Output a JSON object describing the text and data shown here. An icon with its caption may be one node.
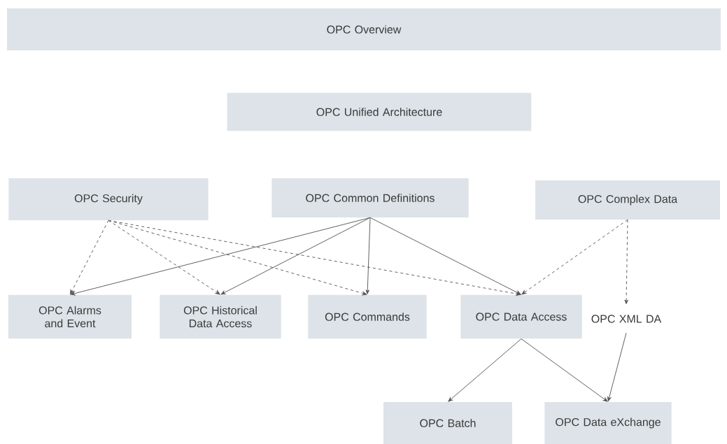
{
  "diagram": {
    "nodes": [
      {
        "text": [
          "OPC Overview"
        ]
      },
      {
        "text": [
          "OPC Unified Architecture"
        ]
      },
      {
        "text": [
          "OPC Security"
        ]
      },
      {
        "text": [
          "OPC Common Definitions"
        ]
      },
      {
        "text": [
          "OPC Complex Data"
        ]
      },
      {
        "text": [
          "OPC Alarms and Event"
        ]
      },
      {
        "text": [
          "OPC Historical Data Access"
        ]
      },
      {
        "text": [
          "OPC Commands"
        ]
      },
      {
        "text": [
          "OPC Data Access"
        ]
      },
      {
        "text": [
          "OPC XML DA"
        ]
      },
      {
        "text": [
          "OPC Batch"
        ]
      },
      {
        "text": [
          "OPC Data eXchange"
        ]
      }
    ],
    "edges": [
      {
        "from": 2,
        "to": 5,
        "arrow": "to",
        "style": "dashed"
      },
      {
        "from": 2,
        "to": 6,
        "arrow": "to",
        "style": "dashed"
      },
      {
        "from": 2,
        "to": 7,
        "arrow": "to",
        "style": "dashed"
      },
      {
        "from": 2,
        "to": 8,
        "arrow": "to",
        "style": "dashed"
      },
      {
        "from": 3,
        "to": 5,
        "arrow": "to"
      },
      {
        "from": 3,
        "to": 6,
        "arrow": "to"
      },
      {
        "from": 3,
        "to": 7,
        "arrow": "to"
      },
      {
        "from": 3,
        "to": 8,
        "arrow": "to"
      },
      {
        "from": 4,
        "to": 8,
        "arrow": "to",
        "style": "dashed"
      },
      {
        "from": 4,
        "to": 9,
        "arrow": "to",
        "style": "dashed"
      },
      {
        "from": 8,
        "to": 10,
        "arrow": "to"
      },
      {
        "from": 8,
        "to": 11,
        "arrow": "to"
      },
      {
        "from": 9,
        "to": 11,
        "arrow": "to"
      }
    ]
  }
}
